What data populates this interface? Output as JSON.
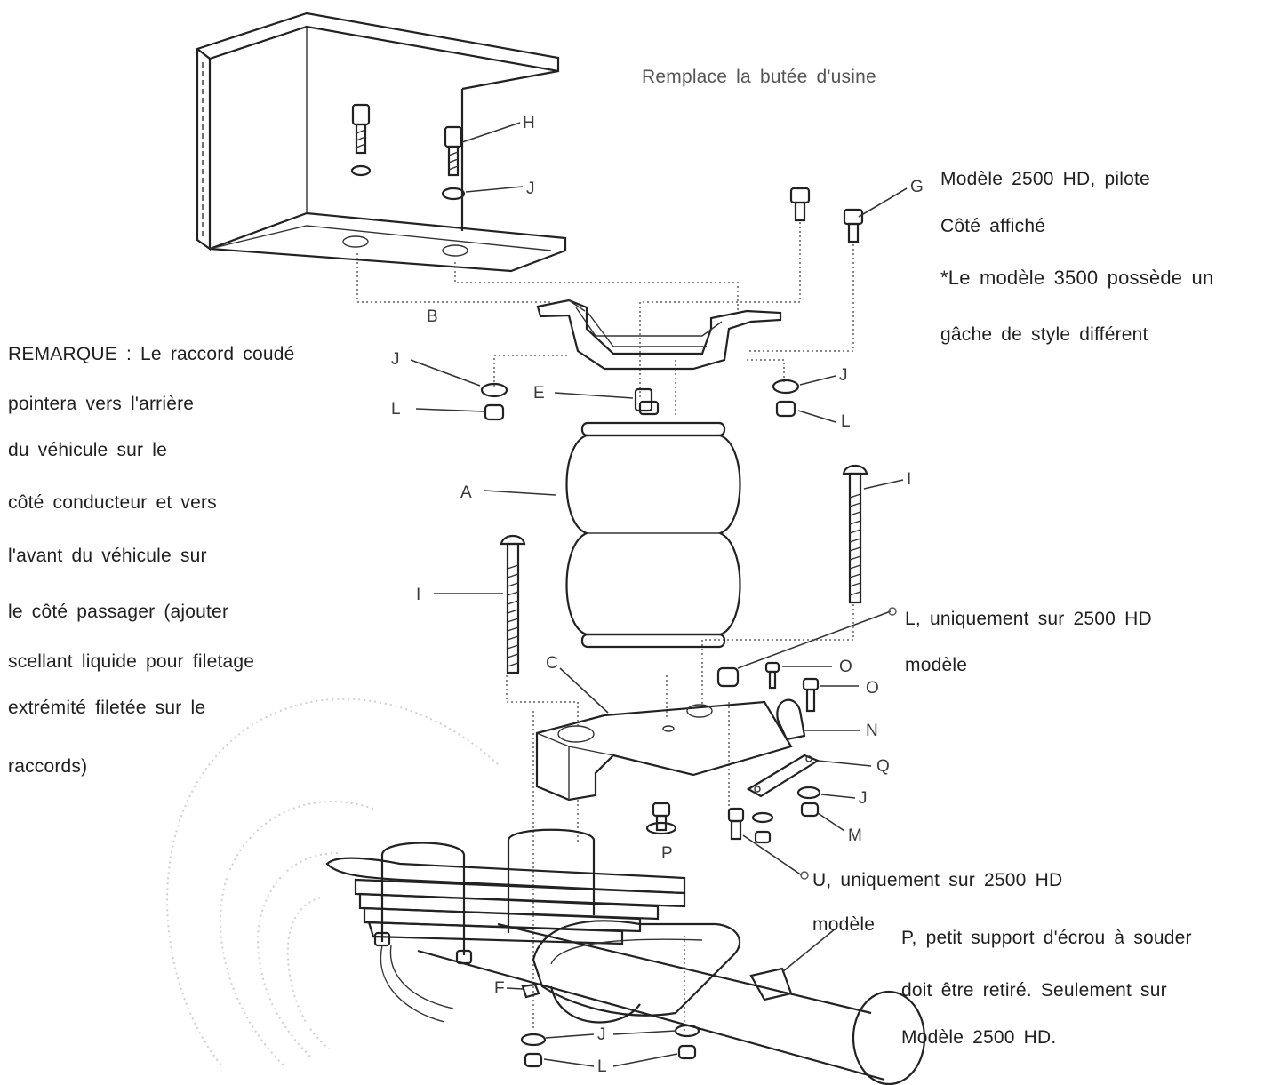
{
  "header": {
    "replaces": "Remplace la butée d'usine"
  },
  "model_note": {
    "line1": "Modèle 2500 HD, pilote",
    "line2": "Côté affiché",
    "line3": "*Le modèle 3500 possède un",
    "line4": "gâche de style différent"
  },
  "remark": {
    "lines": [
      "REMARQUE : Le raccord coudé",
      "pointera vers l'arrière",
      "du véhicule sur le",
      "côté conducteur et vers",
      "l'avant du véhicule sur",
      "le côté passager (ajouter",
      "scellant liquide pour filetage",
      "extrémité filetée sur le",
      "raccords)"
    ]
  },
  "notes": {
    "l_line1": "L, uniquement sur 2500 HD",
    "l_line2": "modèle",
    "u_line1": "U, uniquement sur 2500 HD",
    "u_line2": "modèle",
    "p_line1": "P, petit support d'écrou à souder",
    "p_line2": "doit être retiré. Seulement sur",
    "p_line3": "Modèle 2500 HD."
  },
  "callouts": {
    "A": "A",
    "B": "B",
    "C": "C",
    "E": "E",
    "F": "F",
    "G": "G",
    "H": "H",
    "I": "I",
    "J": "J",
    "L": "L",
    "M": "M",
    "N": "N",
    "O": "O",
    "P": "P",
    "Q": "Q"
  }
}
